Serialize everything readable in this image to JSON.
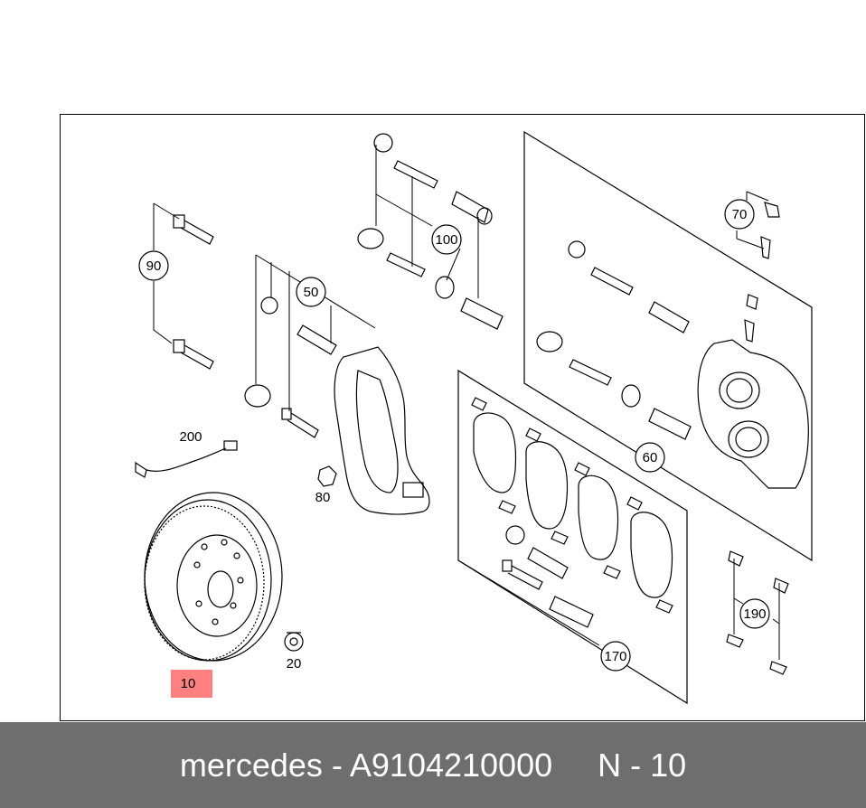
{
  "colors": {
    "highlight": "#ff8080",
    "footer_background": "#6e6e6e",
    "footer_text": "#ffffff",
    "line": "#000000"
  },
  "callouts": {
    "c10": "10",
    "c20": "20",
    "c50": "50",
    "c60": "60",
    "c70": "70",
    "c80": "80",
    "c90": "90",
    "c100": "100",
    "c170": "170",
    "c190": "190",
    "c200": "200"
  },
  "highlighted_callout": "10",
  "footer": {
    "brand": "mercedes",
    "part_number": "A9104210000",
    "position": "N - 10",
    "caption": "mercedes - A9104210000     N - 10"
  }
}
